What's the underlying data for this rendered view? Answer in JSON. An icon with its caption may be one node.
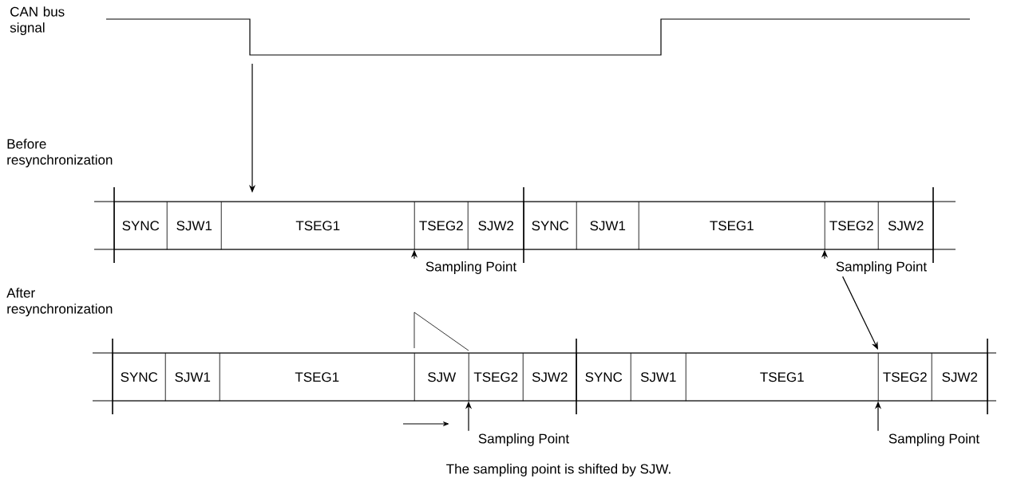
{
  "diagram": {
    "nodes": [
      {
        "text": [
          "SYNC"
        ]
      },
      {
        "text": [
          "SJW1"
        ]
      },
      {
        "text": [
          "TSEG1"
        ]
      },
      {
        "text": [
          "TSEG2"
        ]
      },
      {
        "text": [
          "SJW2"
        ]
      },
      {
        "text": [
          "SYNC"
        ]
      },
      {
        "text": [
          "SJW1"
        ]
      },
      {
        "text": [
          "TSEG1"
        ]
      },
      {
        "text": [
          "TSEG2"
        ]
      },
      {
        "text": [
          "SJW2"
        ]
      },
      {
        "text": [
          "SYNC"
        ]
      },
      {
        "text": [
          "SJW1"
        ]
      },
      {
        "text": [
          "TSEG1"
        ]
      },
      {
        "text": [
          "SJW"
        ]
      },
      {
        "text": [
          "TSEG2"
        ]
      },
      {
        "text": [
          "SJW2"
        ]
      },
      {
        "text": [
          "SYNC"
        ]
      },
      {
        "text": [
          "SJW1"
        ]
      },
      {
        "text": [
          "TSEG1"
        ]
      },
      {
        "text": [
          "TSEG2"
        ]
      },
      {
        "text": [
          "SJW2"
        ]
      },
      {
        "text": [
          "Sampling Point"
        ]
      },
      {
        "text": [
          "Sampling Point"
        ]
      },
      {
        "text": [
          "Sampling Point"
        ]
      },
      {
        "text": [
          "Sampling Point"
        ]
      }
    ],
    "edges": [
      {
        "from": null,
        "to": 2,
        "arrow": "to"
      },
      {
        "from": 21,
        "to": 3,
        "arrow": "to"
      },
      {
        "from": 22,
        "to": 8,
        "arrow": "to"
      },
      {
        "from": 22,
        "to": 19,
        "arrow": "to"
      },
      {
        "from": 23,
        "to": 14,
        "arrow": "to"
      },
      {
        "from": 24,
        "to": 19,
        "arrow": "to"
      }
    ],
    "labels": [
      "CAN bus signal",
      "Before resynchronization",
      "After resynchronization",
      "The sampling point is shifted by SJW."
    ]
  }
}
